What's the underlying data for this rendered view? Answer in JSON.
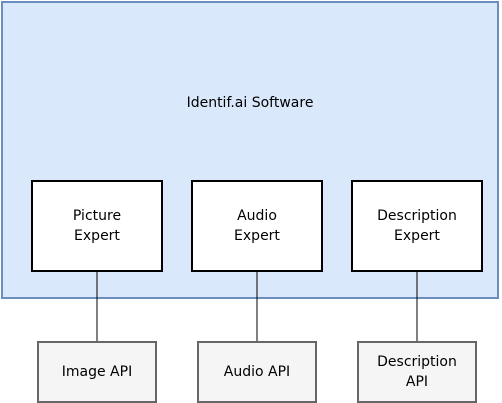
{
  "container": {
    "label": "Identif.ai Software"
  },
  "experts": [
    {
      "label": "Picture\nExpert"
    },
    {
      "label": "Audio\nExpert"
    },
    {
      "label": "Description\nExpert"
    }
  ],
  "apis": [
    {
      "label": "Image API"
    },
    {
      "label": "Audio API"
    },
    {
      "label": "Description\nAPI"
    }
  ],
  "colors": {
    "container_fill": "#dae8fc",
    "container_stroke": "#6c8ebf",
    "expert_fill": "#ffffff",
    "expert_stroke": "#000000",
    "api_fill": "#f5f5f5",
    "api_stroke": "#666666"
  }
}
